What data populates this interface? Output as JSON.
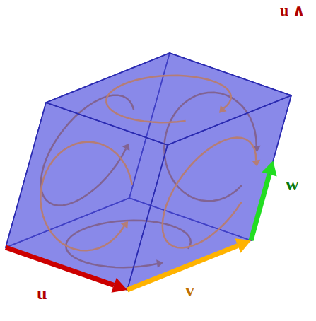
{
  "diagram": {
    "labels": [
      "u ∧",
      "u",
      "v",
      "w"
    ]
  }
}
